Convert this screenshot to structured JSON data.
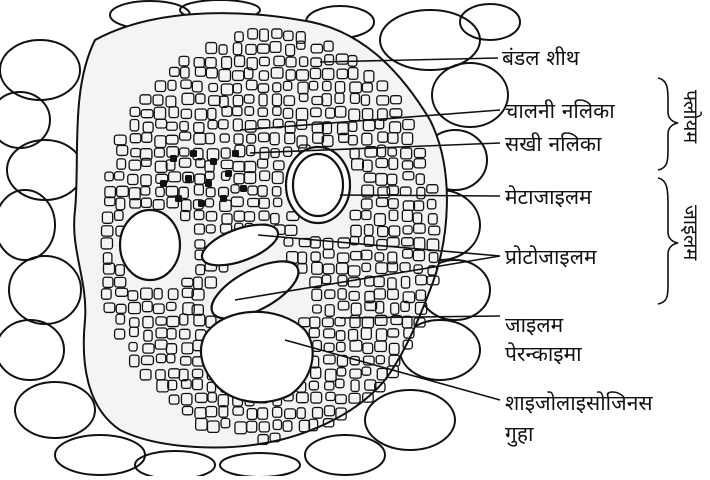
{
  "diagram": {
    "labels": {
      "bundle_sheath": "बंडल शीथ",
      "sieve_tube": "चालनी नलिका",
      "companion_cell": "सखी नलिका",
      "metaxylem": "मेटाजाइलम",
      "protoxylem": "प्रोटोजाइलम",
      "xylem_parenchyma_line1": "जाइलम",
      "xylem_parenchyma_line2": "पेरन्काइमा",
      "schizolysigenous_line1": "शाइजोलाइसोजिनस",
      "schizolysigenous_line2": "गुहा"
    },
    "groups": {
      "phloem": "फ्लोयम",
      "xylem": "जाइलम"
    }
  },
  "colors": {
    "ink": "#111111",
    "paper": "#ffffff"
  }
}
